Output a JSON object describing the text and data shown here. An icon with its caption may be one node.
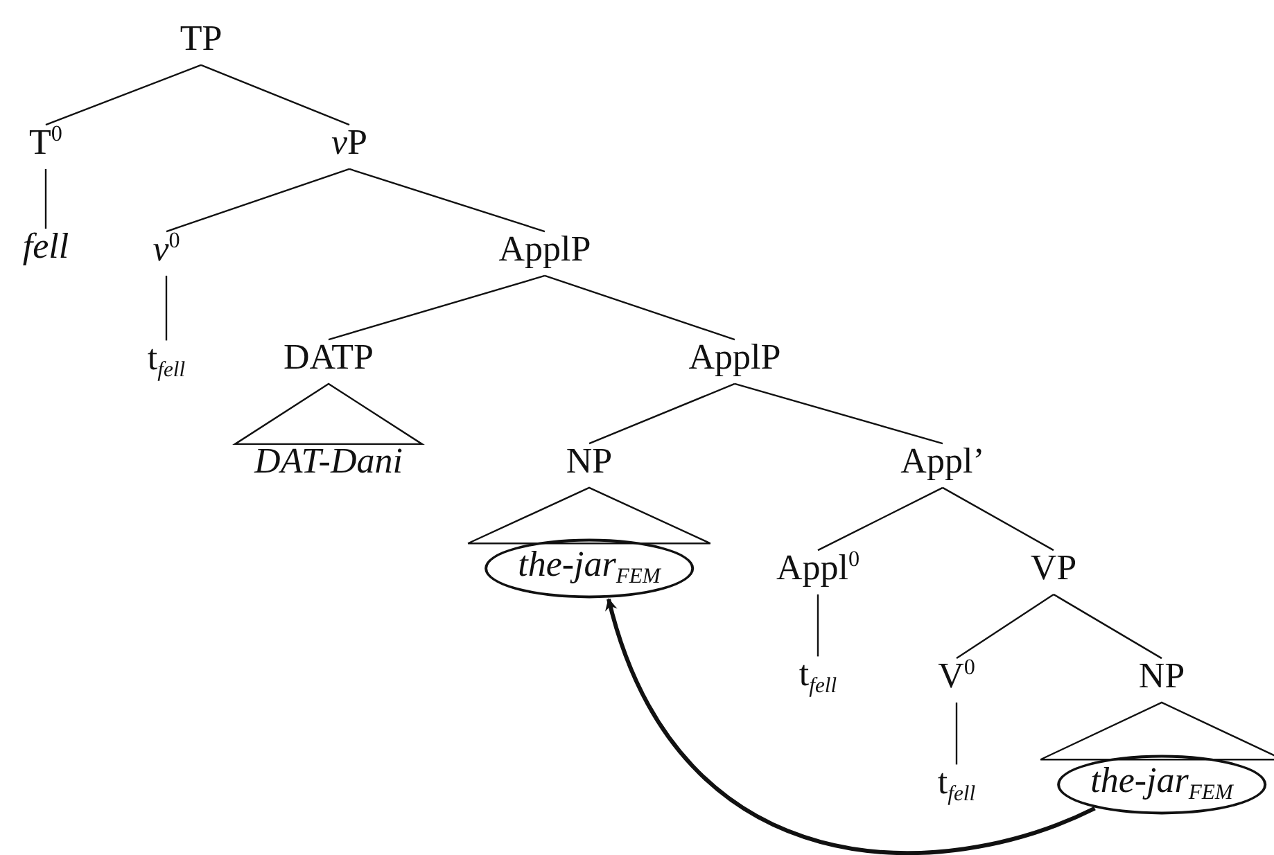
{
  "diagram": {
    "nodes": [
      {
        "text": [
          "TP"
        ]
      },
      {
        "text": [
          "T$^{0}$"
        ]
      },
      {
        "text": [
          "fell"
        ]
      },
      {
        "text": [
          "vP"
        ]
      },
      {
        "text": [
          "v$^{0}$"
        ]
      },
      {
        "text": [
          "ApplP"
        ]
      },
      {
        "text": [
          "t$_{fell}$"
        ]
      },
      {
        "text": [
          "DATP"
        ]
      },
      {
        "text": [
          "DAT-Dani"
        ]
      },
      {
        "text": [
          "ApplP"
        ]
      },
      {
        "text": [
          "NP"
        ]
      },
      {
        "text": [
          "the-jar$_{FEM}$"
        ]
      },
      {
        "text": [
          "Appl’"
        ]
      },
      {
        "text": [
          "Appl$^{0}$"
        ]
      },
      {
        "text": [
          "t$_{fell}$"
        ]
      },
      {
        "text": [
          "VP"
        ]
      },
      {
        "text": [
          "V$^{0}$"
        ]
      },
      {
        "text": [
          "NP"
        ]
      },
      {
        "text": [
          "t$_{fell}$"
        ]
      },
      {
        "text": [
          "the-jar$_{FEM}$"
        ]
      }
    ],
    "edges": [
      {
        "from": 0,
        "to": 1,
        "arrow": "none"
      },
      {
        "from": 0,
        "to": 3,
        "arrow": "none"
      },
      {
        "from": 1,
        "to": 2,
        "arrow": "none"
      },
      {
        "from": 3,
        "to": 4,
        "arrow": "none"
      },
      {
        "from": 3,
        "to": 5,
        "arrow": "none"
      },
      {
        "from": 4,
        "to": 6,
        "arrow": "none"
      },
      {
        "from": 5,
        "to": 7,
        "arrow": "none"
      },
      {
        "from": 5,
        "to": 9,
        "arrow": "none"
      },
      {
        "from": 7,
        "to": 8,
        "arrow": "none"
      },
      {
        "from": 9,
        "to": 10,
        "arrow": "none"
      },
      {
        "from": 9,
        "to": 12,
        "arrow": "none"
      },
      {
        "from": 10,
        "to": 11,
        "arrow": "none"
      },
      {
        "from": 12,
        "to": 13,
        "arrow": "none"
      },
      {
        "from": 12,
        "to": 15,
        "arrow": "none"
      },
      {
        "from": 13,
        "to": 14,
        "arrow": "none"
      },
      {
        "from": 15,
        "to": 16,
        "arrow": "none"
      },
      {
        "from": 15,
        "to": 17,
        "arrow": "none"
      },
      {
        "from": 16,
        "to": 18,
        "arrow": "none"
      },
      {
        "from": 17,
        "to": 19,
        "arrow": "none"
      },
      {
        "from": 19,
        "to": 11,
        "arrow": "to",
        "style": "thick"
      }
    ]
  }
}
